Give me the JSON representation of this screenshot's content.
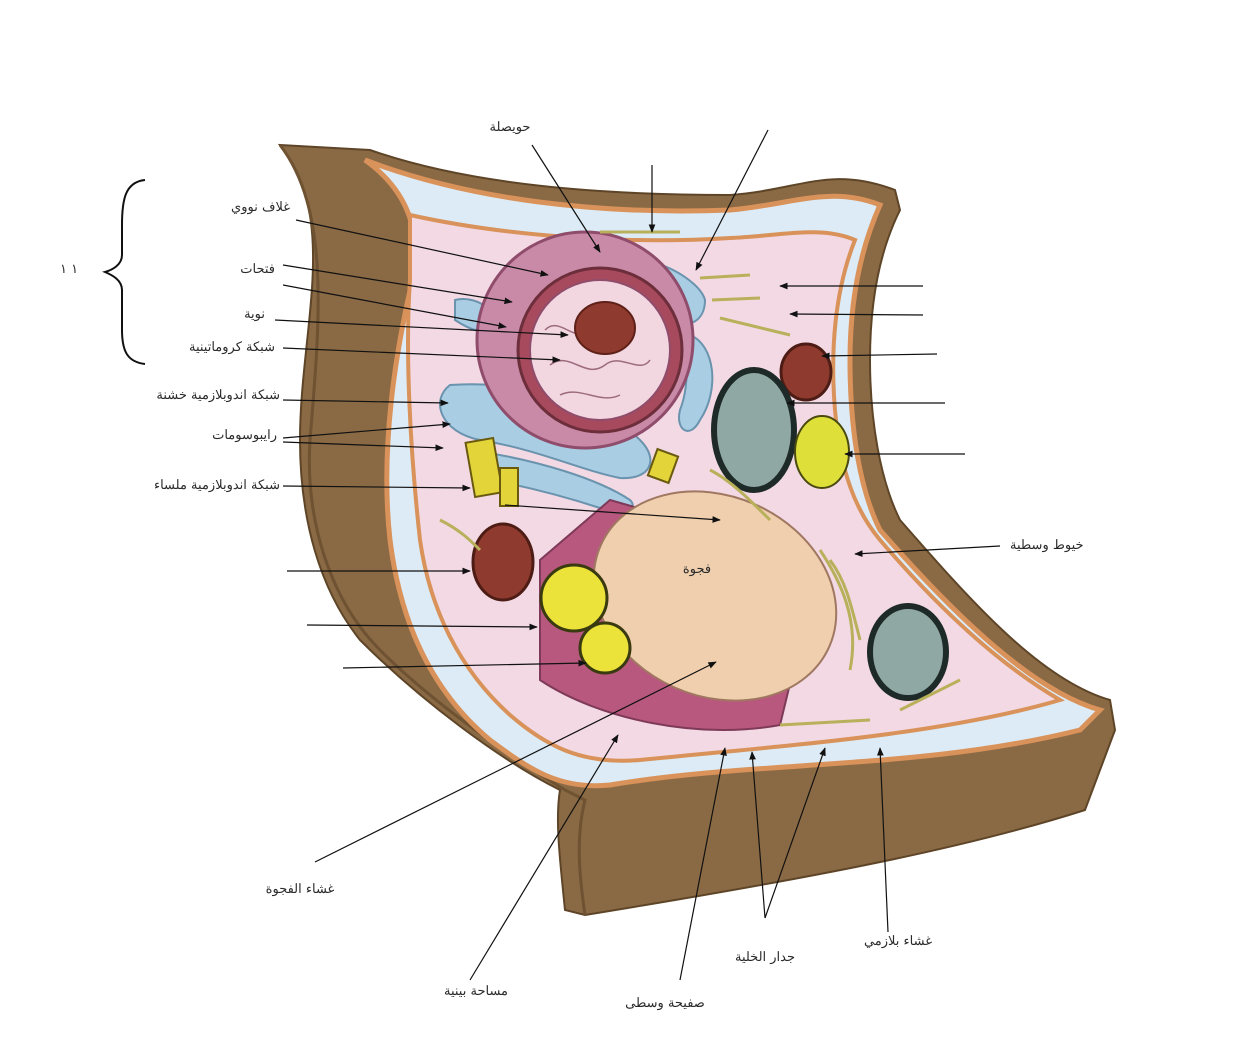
{
  "diagram": {
    "colors": {
      "wall": "#8a6a45",
      "wall_edge": "#d9925a",
      "middle_space": "#dcebf5",
      "cytoplasm": "#f2d9e4",
      "nucleus": "#c98aa8",
      "nucleolus": "#8e3a2e",
      "vacuole_top": "#efcfae",
      "vacuole_side": "#b8587e",
      "er": "#9fc4dc",
      "mitochondrion": "#8e3a2e",
      "chloroplast": "#dfdf3a",
      "microtubule": "#c8c86a"
    },
    "brace_label": "١ ١",
    "labels": {
      "vesicle": "حويصلة",
      "nuclear_envelope": "غلاف نووي",
      "nuclear_pores": "فتحات",
      "nucleolus": "نوية",
      "chromatin": "شبكة كروماتينية",
      "rough_er": "شبكة اندوبلازمية خشنة",
      "ribosomes": "رايبوسومات",
      "smooth_er": "شبكة اندوبلازمية ملساء",
      "microfilaments": "خيوط وسطية",
      "vacuole": "فجوة",
      "tonoplast": "غشاء الفجوة",
      "intercellular_space": "مساحة بينية",
      "middle_lamella": "صفيحة وسطى",
      "cell_wall": "جدار الخلية",
      "plasma_membrane": "غشاء بلازمي"
    }
  }
}
